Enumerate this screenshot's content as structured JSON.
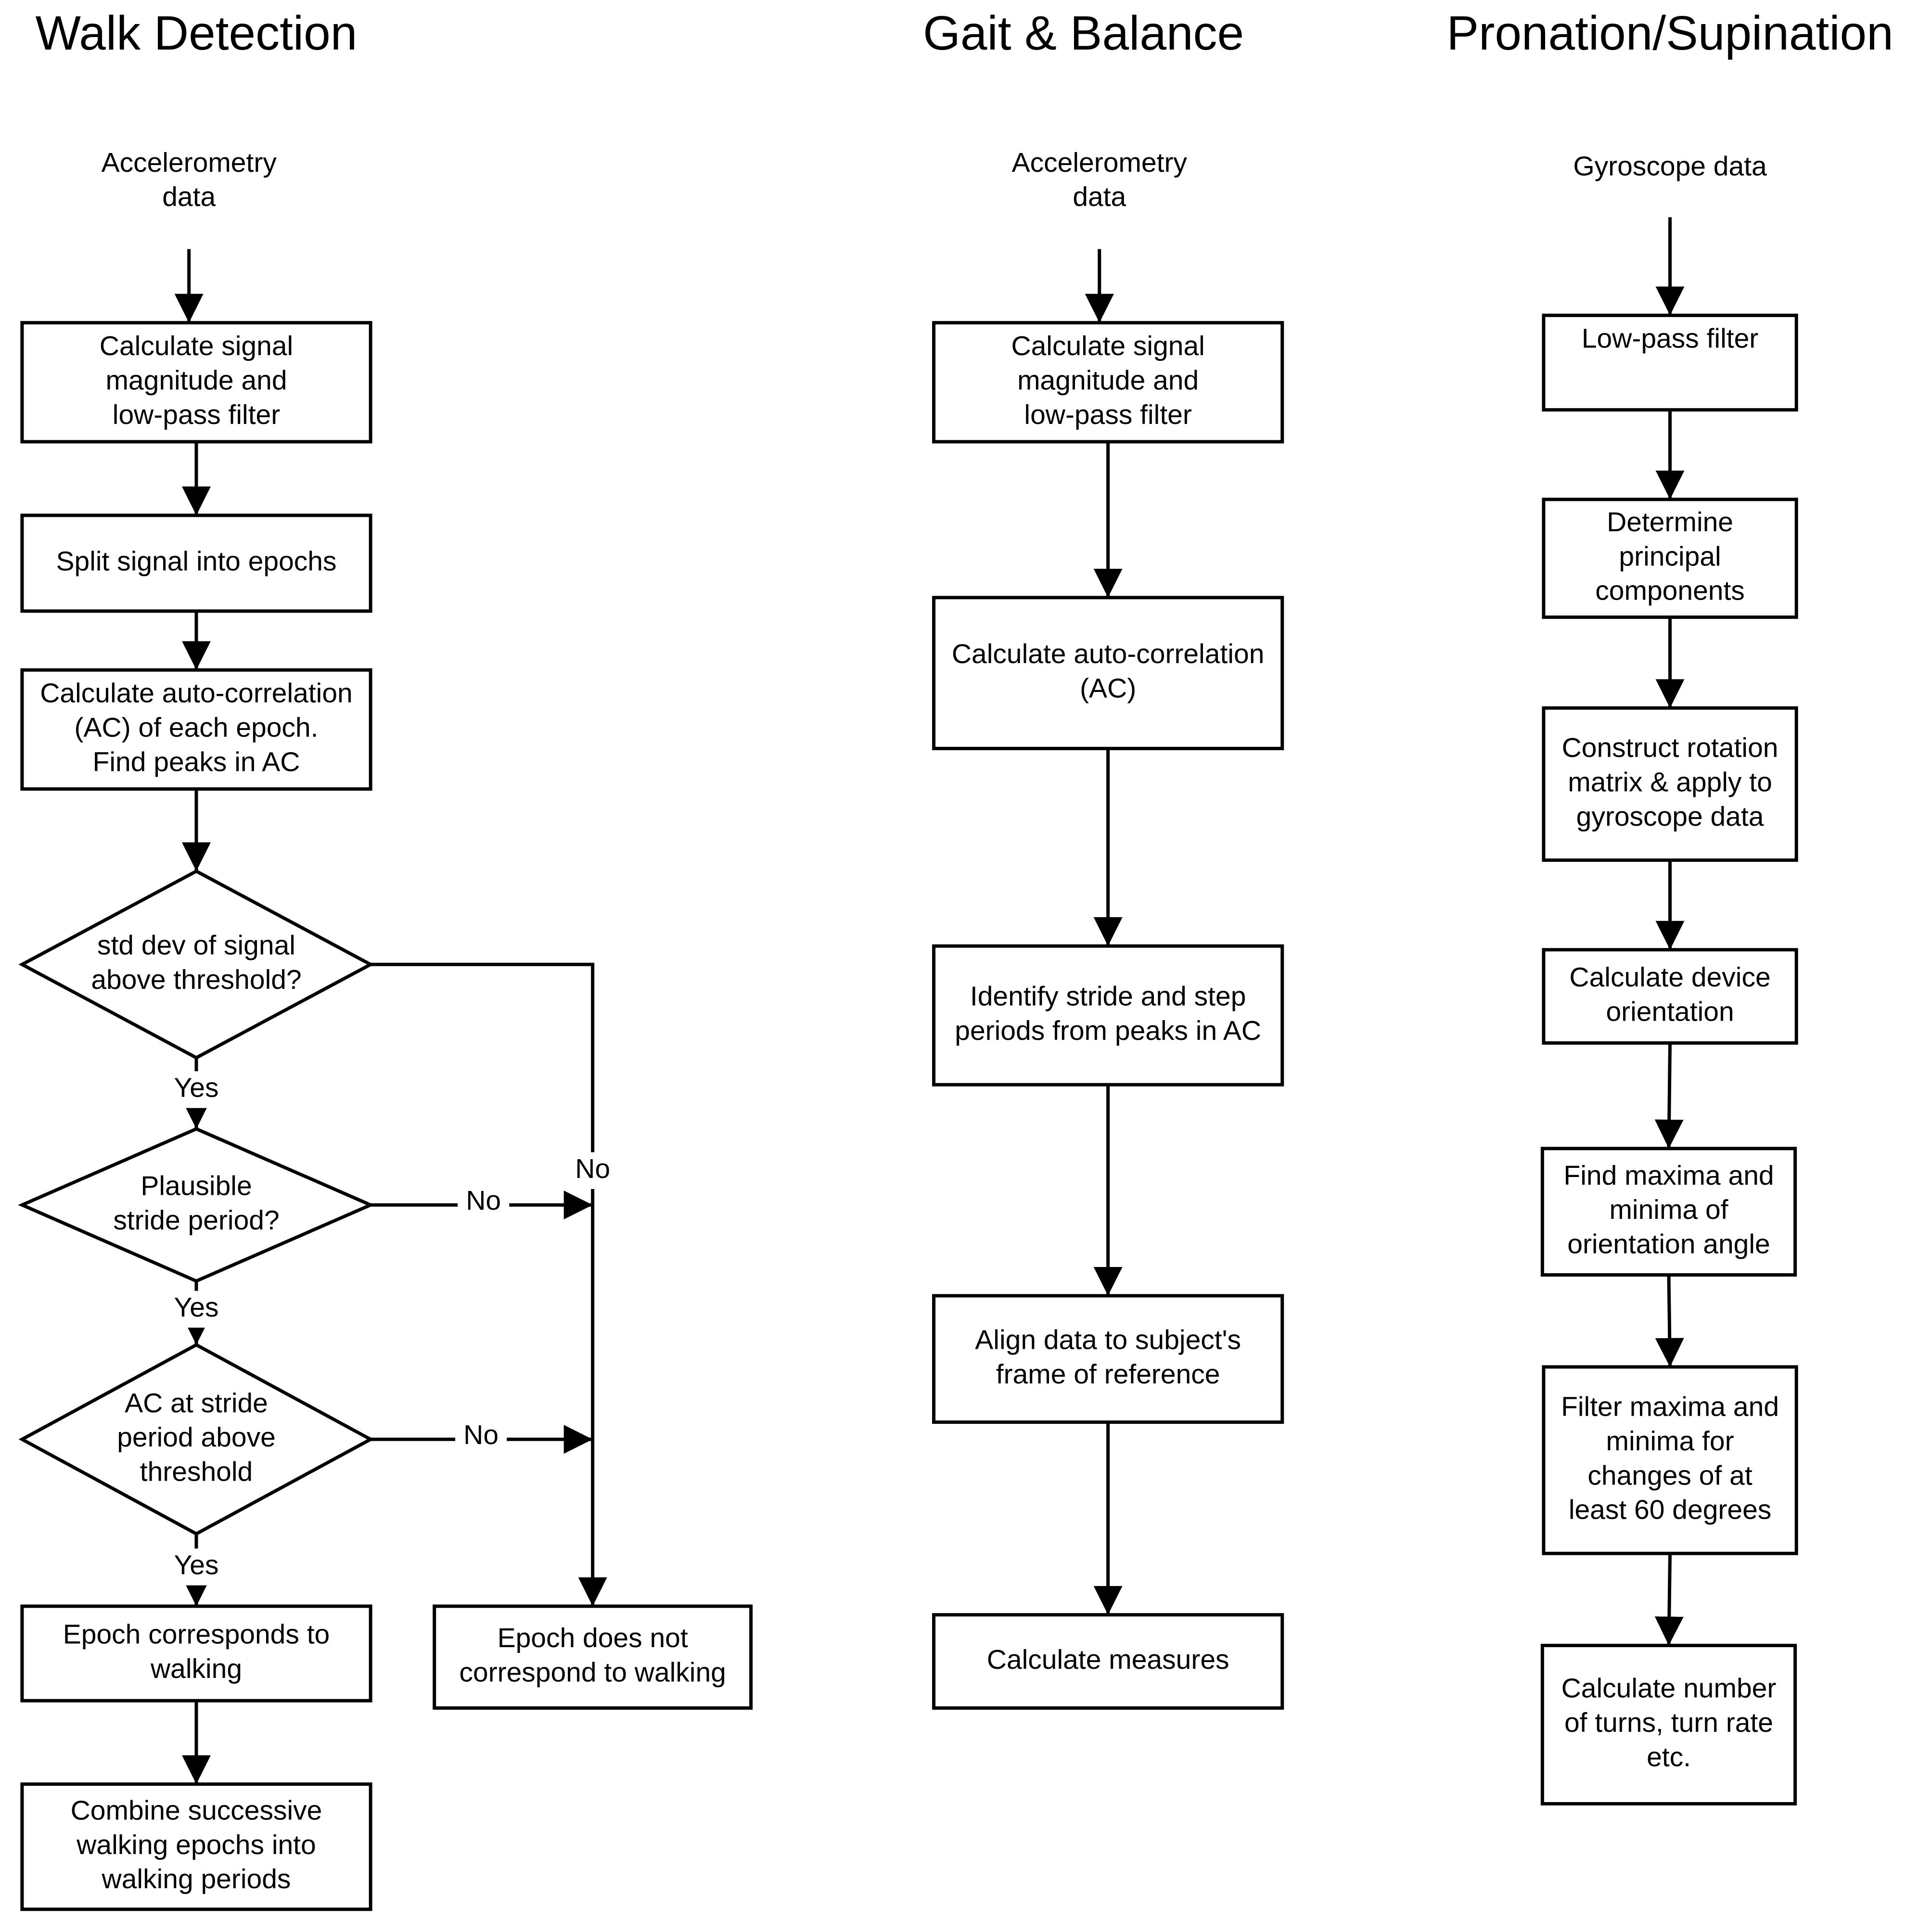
{
  "columns": [
    {
      "id": "walk",
      "title": "Walk Detection",
      "input": [
        "Accelerometry",
        "data"
      ]
    },
    {
      "id": "gait",
      "title": "Gait & Balance",
      "input": [
        "Accelerometry",
        "data"
      ]
    },
    {
      "id": "pron",
      "title": "Pronation/Supination",
      "input": [
        "Gyroscope data"
      ]
    }
  ],
  "nodes": {
    "w1": [
      "Calculate signal",
      "magnitude and",
      "low-pass filter"
    ],
    "w2": [
      "Split signal into epochs"
    ],
    "w3": [
      "Calculate auto-correlation",
      "(AC) of each epoch.",
      "Find peaks in AC"
    ],
    "w4": [
      "std dev of signal",
      "above threshold?"
    ],
    "w5": [
      "Plausible",
      "stride period?"
    ],
    "w6": [
      "AC at stride",
      "period above",
      "threshold"
    ],
    "w7": [
      "Epoch corresponds to",
      "walking"
    ],
    "w8": [
      "Epoch does not",
      "correspond to walking"
    ],
    "w9": [
      "Combine successive",
      "walking epochs into",
      "walking periods"
    ],
    "g1": [
      "Calculate signal",
      "magnitude and",
      "low-pass filter"
    ],
    "g2": [
      "Calculate auto-correlation",
      "(AC)"
    ],
    "g3": [
      "Identify stride and step",
      "periods from peaks in AC"
    ],
    "g4": [
      "Align data to subject's",
      "frame of reference"
    ],
    "g5": [
      "Calculate measures"
    ],
    "p1": [
      "Low-pass filter"
    ],
    "p2": [
      "Determine",
      "principal",
      "components"
    ],
    "p3": [
      "Construct rotation",
      "matrix & apply to",
      "gyroscope data"
    ],
    "p4": [
      "Calculate device",
      "orientation"
    ],
    "p5": [
      "Find maxima and",
      "minima of",
      "orientation angle"
    ],
    "p6": [
      "Filter maxima and",
      "minima for",
      "changes of at",
      "least 60 degrees"
    ],
    "p7": [
      "Calculate number",
      "of turns, turn rate",
      "etc."
    ]
  },
  "edge_labels": {
    "yes": "Yes",
    "no": "No"
  }
}
